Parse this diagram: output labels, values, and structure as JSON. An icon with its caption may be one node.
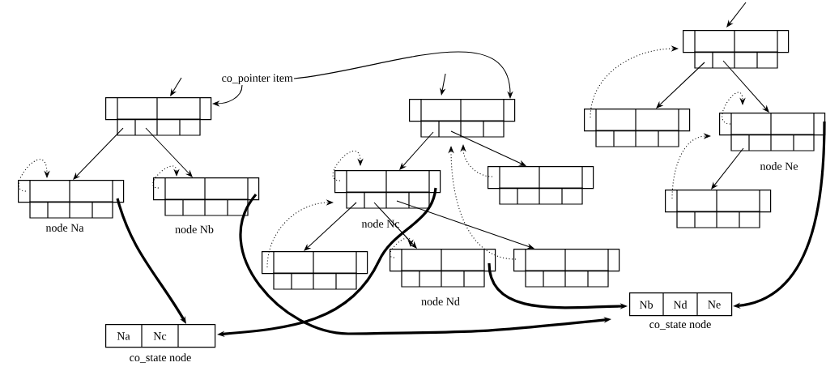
{
  "diagram": {
    "nodes": [
      {
        "text": [
          "co_pointer item"
        ]
      },
      {
        "text": [],
        "shape": "box"
      },
      {
        "text": [],
        "shape": "box",
        "beside": [
          "node Na"
        ]
      },
      {
        "text": [],
        "shape": "box",
        "beside": [
          "node Nb"
        ]
      },
      {
        "text": [],
        "shape": "box"
      },
      {
        "text": [],
        "shape": "box",
        "beside": [
          "node Nc"
        ]
      },
      {
        "text": [],
        "shape": "box"
      },
      {
        "text": [],
        "shape": "box"
      },
      {
        "text": [],
        "shape": "box",
        "beside": [
          "node Nd"
        ]
      },
      {
        "text": [],
        "shape": "box"
      },
      {
        "text": [],
        "shape": "box"
      },
      {
        "text": [],
        "shape": "box"
      },
      {
        "text": [],
        "shape": "box",
        "beside": [
          "node Ne"
        ]
      },
      {
        "text": [],
        "shape": "box"
      },
      {
        "text": [
          "Na",
          "Nc"
        ],
        "beside": [
          "co_state node"
        ]
      },
      {
        "text": [
          "Nb",
          "Nd",
          "Ne"
        ],
        "beside": [
          "co_state node"
        ]
      }
    ],
    "edges": [
      {
        "from": null,
        "to": 1,
        "arrow": "to"
      },
      {
        "from": null,
        "to": 4,
        "arrow": "to"
      },
      {
        "from": null,
        "to": 10,
        "arrow": "to"
      },
      {
        "from": 0,
        "to": 1,
        "arrow": "to"
      },
      {
        "from": 0,
        "to": 4,
        "arrow": "to"
      },
      {
        "from": 1,
        "to": 2,
        "arrow": "to"
      },
      {
        "from": 1,
        "to": 3,
        "arrow": "to"
      },
      {
        "from": 4,
        "to": 5,
        "arrow": "to"
      },
      {
        "from": 4,
        "to": 6,
        "arrow": "to"
      },
      {
        "from": 5,
        "to": 7,
        "arrow": "to"
      },
      {
        "from": 5,
        "to": 8,
        "arrow": "to"
      },
      {
        "from": 5,
        "to": 9,
        "arrow": "to"
      },
      {
        "from": 10,
        "to": 11,
        "arrow": "to"
      },
      {
        "from": 10,
        "to": 12,
        "arrow": "to"
      },
      {
        "from": 12,
        "to": 13,
        "arrow": "to"
      },
      {
        "from": 2,
        "to": 2,
        "arrow": "to",
        "style": "dashed"
      },
      {
        "from": 3,
        "to": 3,
        "arrow": "to",
        "style": "dashed"
      },
      {
        "from": 5,
        "to": 5,
        "arrow": "to",
        "style": "dashed"
      },
      {
        "from": 8,
        "to": 8,
        "arrow": "to",
        "style": "dashed"
      },
      {
        "from": 12,
        "to": 12,
        "arrow": "to",
        "style": "dashed"
      },
      {
        "from": 6,
        "to": 4,
        "arrow": "to",
        "style": "dashed"
      },
      {
        "from": 7,
        "to": 5,
        "arrow": "to",
        "style": "dashed"
      },
      {
        "from": 9,
        "to": 4,
        "arrow": "to",
        "style": "dashed"
      },
      {
        "from": 11,
        "to": 10,
        "arrow": "to",
        "style": "dashed"
      },
      {
        "from": 13,
        "to": 12,
        "arrow": "to",
        "style": "dashed"
      },
      {
        "from": 2,
        "to": 14,
        "arrow": "to",
        "style": "thick"
      },
      {
        "from": 3,
        "to": 15,
        "arrow": "to",
        "style": "thick"
      },
      {
        "from": 5,
        "to": 14,
        "arrow": "to",
        "style": "thick"
      },
      {
        "from": 8,
        "to": 15,
        "arrow": "to",
        "style": "thick"
      },
      {
        "from": 12,
        "to": 15,
        "arrow": "to",
        "style": "thick"
      }
    ]
  }
}
